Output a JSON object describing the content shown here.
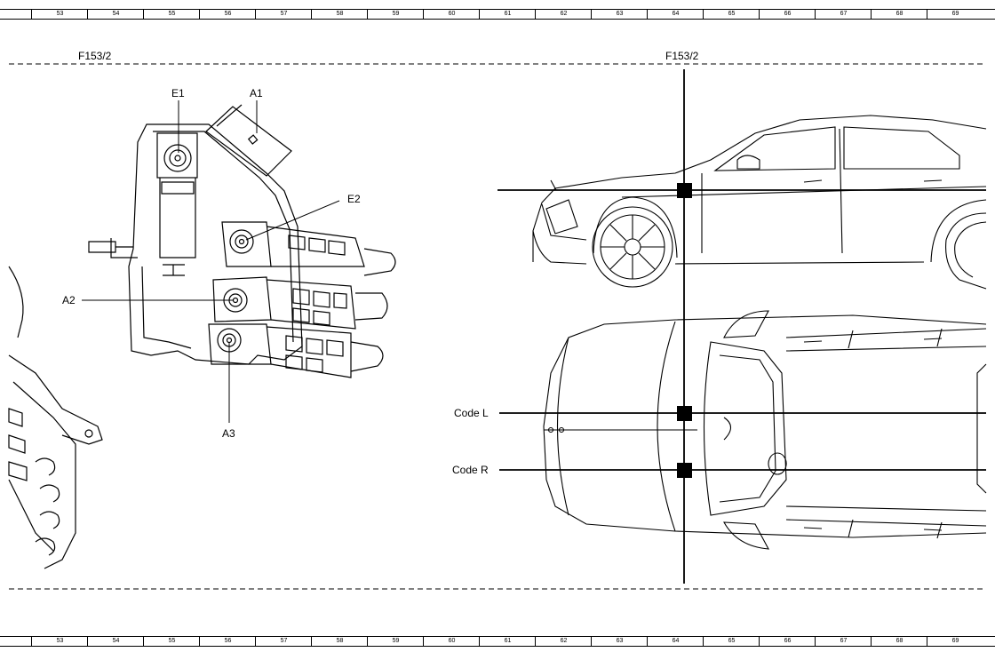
{
  "ruler_numbers": [
    "53",
    "54",
    "55",
    "56",
    "57",
    "58",
    "59",
    "60",
    "61",
    "62",
    "63",
    "64",
    "65",
    "66",
    "67",
    "68",
    "69"
  ],
  "section_labels": {
    "left": "F153/2",
    "right": "F153/2"
  },
  "component_labels": {
    "e1": "E1",
    "a1": "A1",
    "e2": "E2",
    "a2": "A2",
    "a3": "A3"
  },
  "vehicle_labels": {
    "code_l": "Code L",
    "code_r": "Code R"
  }
}
